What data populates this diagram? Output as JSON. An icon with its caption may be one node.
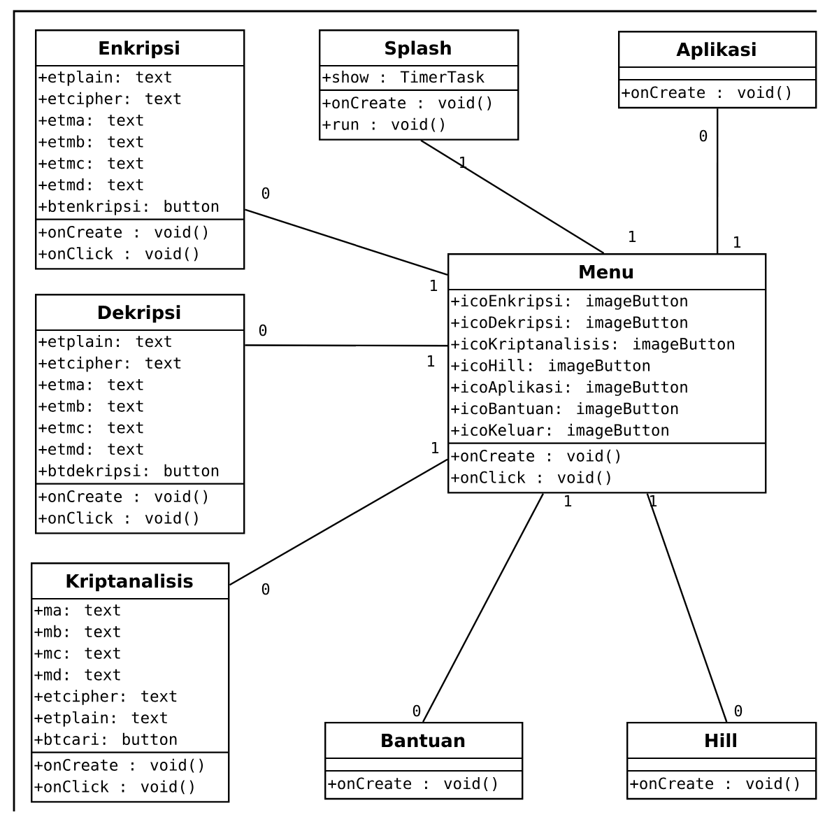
{
  "diagram": {
    "nodes": [
      {
        "text": [
          "Enkripsi",
          "+etplain: text",
          "+etcipher: text",
          "+etma: text",
          "+etmb: text",
          "+etmc: text",
          "+etmd: text",
          "+btenkripsi: button",
          "+onCreate : void()",
          "+onClick : void()"
        ]
      },
      {
        "text": [
          "Splash",
          "+show : TimerTask",
          "+onCreate : void()",
          "+run : void()"
        ]
      },
      {
        "text": [
          "Aplikasi",
          "+onCreate : void()"
        ]
      },
      {
        "text": [
          "Menu",
          "+icoEnkripsi: imageButton",
          "+icoDekripsi: imageButton",
          "+icoKriptanalisis: imageButton",
          "+icoHill: imageButton",
          "+icoAplikasi: imageButton",
          "+icoBantuan: imageButton",
          "+icoKeluar: imageButton",
          "+onCreate : void()",
          "+onClick : void()"
        ]
      },
      {
        "text": [
          "Dekripsi",
          "+etplain: text",
          "+etcipher: text",
          "+etma: text",
          "+etmb: text",
          "+etmc: text",
          "+etmd: text",
          "+btdekripsi: button",
          "+onCreate : void()",
          "+onClick : void()"
        ]
      },
      {
        "text": [
          "Kriptanalisis",
          "+ma: text",
          "+mb: text",
          "+mc: text",
          "+md: text",
          "+etcipher: text",
          "+etplain: text",
          "+btcari: button",
          "+onCreate : void()",
          "+onClick : void()"
        ]
      },
      {
        "text": [
          "Bantuan",
          "+onCreate : void()"
        ]
      },
      {
        "text": [
          "Hill",
          "+onCreate : void()"
        ]
      }
    ],
    "edges": [
      {
        "from": 0,
        "to": 3,
        "arrow": "none"
      },
      {
        "from": 1,
        "to": 3,
        "arrow": "none"
      },
      {
        "from": 2,
        "to": 3,
        "arrow": "none"
      },
      {
        "from": 4,
        "to": 3,
        "arrow": "none"
      },
      {
        "from": 5,
        "to": 3,
        "arrow": "none"
      },
      {
        "from": 6,
        "to": 3,
        "arrow": "none"
      },
      {
        "from": 7,
        "to": 3,
        "arrow": "none"
      }
    ],
    "labels": [
      "0",
      "1",
      "0",
      "1",
      "1",
      "1",
      "0",
      "1",
      "1",
      "1",
      "1",
      "0",
      "0",
      "0"
    ]
  }
}
